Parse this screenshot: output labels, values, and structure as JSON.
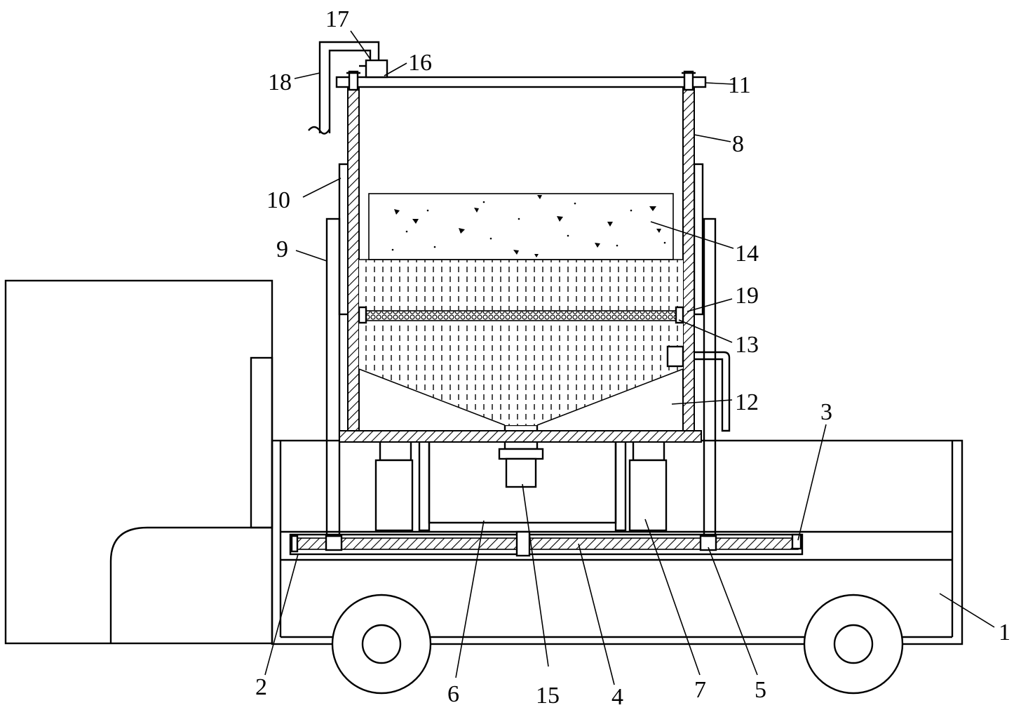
{
  "figure": {
    "callouts": [
      {
        "id": "c1",
        "text": "1"
      },
      {
        "id": "c2",
        "text": "2"
      },
      {
        "id": "c3",
        "text": "3"
      },
      {
        "id": "c4",
        "text": "4"
      },
      {
        "id": "c5",
        "text": "5"
      },
      {
        "id": "c6",
        "text": "6"
      },
      {
        "id": "c7",
        "text": "7"
      },
      {
        "id": "c8",
        "text": "8"
      },
      {
        "id": "c9",
        "text": "9"
      },
      {
        "id": "c10",
        "text": "10"
      },
      {
        "id": "c11",
        "text": "11"
      },
      {
        "id": "c12",
        "text": "12"
      },
      {
        "id": "c13",
        "text": "13"
      },
      {
        "id": "c14",
        "text": "14"
      },
      {
        "id": "c15",
        "text": "15"
      },
      {
        "id": "c16",
        "text": "16"
      },
      {
        "id": "c17",
        "text": "17"
      },
      {
        "id": "c18",
        "text": "18"
      },
      {
        "id": "c19",
        "text": "19"
      }
    ]
  }
}
